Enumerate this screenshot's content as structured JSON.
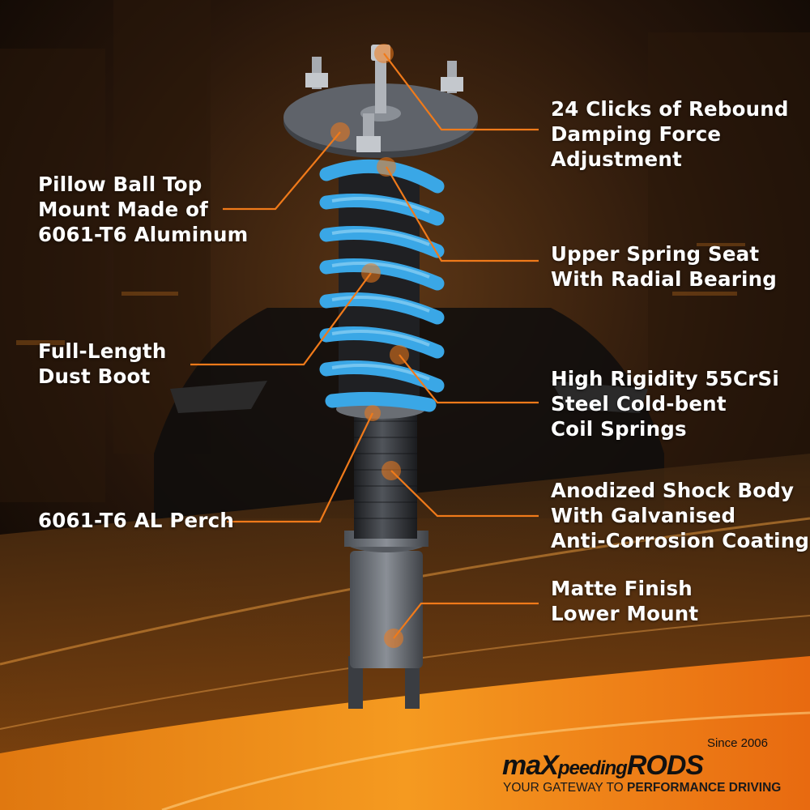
{
  "colors": {
    "accent": "#f07a1a",
    "spring": "#3aa7e6",
    "text": "#ffffff"
  },
  "callouts": [
    {
      "id": "rebound",
      "lines": [
        "24 Clicks of Rebound",
        "Damping Force",
        "Adjustment"
      ]
    },
    {
      "id": "top-mount",
      "lines": [
        "Pillow Ball Top",
        "Mount Made of",
        "6061-T6 Aluminum"
      ]
    },
    {
      "id": "spring-seat",
      "lines": [
        "Upper Spring Seat",
        "With Radial Bearing"
      ]
    },
    {
      "id": "dust-boot",
      "lines": [
        "Full-Length",
        "Dust Boot"
      ]
    },
    {
      "id": "coil-springs",
      "lines": [
        "High Rigidity 55CrSi",
        "Steel Cold-bent",
        "Coil Springs"
      ]
    },
    {
      "id": "shock-body",
      "lines": [
        "Anodized Shock Body",
        "With Galvanised",
        "Anti-Corrosion Coating"
      ]
    },
    {
      "id": "perch",
      "lines": [
        "6061-T6 AL Perch"
      ]
    },
    {
      "id": "lower-mount",
      "lines": [
        "Matte Finish",
        "Lower Mount"
      ]
    }
  ],
  "logo": {
    "brand": "maXpeedingRODS",
    "brand_part1": "maX",
    "brand_part2": "peeding",
    "brand_part3": "RODS",
    "since": "Since 2006",
    "tagline_light": "YOUR GATEWAY TO ",
    "tagline_bold": "PERFORMANCE DRIVING"
  }
}
